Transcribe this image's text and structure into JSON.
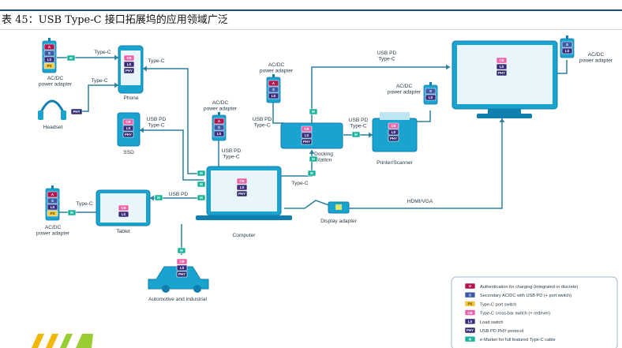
{
  "header": {
    "caption": "表 45：USB Type-C 接口拓展坞的应用领域广泛"
  },
  "chips": {
    "A": "A",
    "S": "S",
    "LS": "LS",
    "PS": "PS",
    "CB": "CB",
    "PHY": "PHY",
    "M": "M"
  },
  "colors": {
    "blue": "#1aa3cf",
    "blue_dark": "#0e7fae",
    "line": "#2d7fa0",
    "chip_A": "#b3164f",
    "chip_S": "#3b5ba9",
    "chip_LS": "#3b2c7d",
    "chip_PS": "#f2c744",
    "chip_CB": "#ee5fa8",
    "chip_PHY": "#2e2a6e",
    "chip_M": "#18b49a",
    "chip_D": "#d9e96a"
  },
  "devices": {
    "phone": "Phone",
    "headset": "Headset",
    "ssd": "SSD",
    "tablet": "Tablet",
    "computer": "Computer",
    "docking_station": "Docking\nStation",
    "printer": "Printer/Scanner",
    "display_adapter": "Display adapter",
    "automotive": "Automotive and industrial",
    "adapter_1": "AC/DC\npower adapter",
    "adapter_2": "AC/DC\npower adapter",
    "adapter_3": "AC/DC\npower adapter",
    "adapter_4": "AC/DC\npower adapter",
    "adapter_5": "AC/DC\npower adapter",
    "adapter_6": "AC/DC\npower adapter"
  },
  "links": {
    "type_c_1": "Type-C",
    "type_c_2": "Type-C",
    "type_c_3": "Type-C",
    "type_c_4": "Type-C",
    "type_c_5": "Type-C",
    "usb_pd_typec_ssd": "USB PD\nType-C",
    "usb_pd_typec_comp": "USB PD\nType-C",
    "usb_pd_typec_dock": "USB PD\nType-C",
    "usb_pd_typec_monitor": "USB PD\nType-C",
    "usb_pd_typec_printer": "USB PD\nType-C",
    "usb_pd_tablet": "USB PD",
    "hdmi_vga": "HDMI/VGA"
  },
  "legend": [
    {
      "code": "A",
      "text": "Authentication for charging (integrated or discrete)"
    },
    {
      "code": "S",
      "text": "Secondary AC/DC with USB PD (+ port switch)"
    },
    {
      "code": "PS",
      "text": "Type-C port switch"
    },
    {
      "code": "CB",
      "text": "Type-C cross-bar switch (+ redriver)"
    },
    {
      "code": "LS",
      "text": "Load switch"
    },
    {
      "code": "PHY",
      "text": "USB PD PHY protocol"
    },
    {
      "code": "M",
      "text": "e-Marker for full featured Type-C cable"
    }
  ]
}
